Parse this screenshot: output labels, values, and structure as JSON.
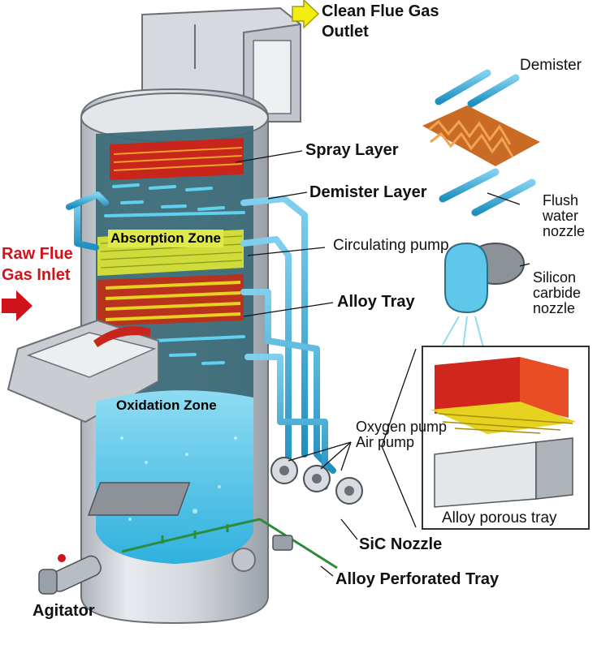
{
  "labels": {
    "outlet_line1": "Clean Flue Gas",
    "outlet_line2": "Outlet",
    "demister": "Demister",
    "spray_layer": "Spray Layer",
    "demister_layer": "Demister Layer",
    "flush_line1": "Flush",
    "flush_line2": "water",
    "flush_line3": "nozzle",
    "circulating_pump": "Circulating pump",
    "silicon_line1": "Silicon",
    "silicon_line2": "carbide",
    "silicon_line3": "nozzle",
    "raw_line1": "Raw Flue",
    "raw_line2": "Gas Inlet",
    "absorption_zone": "Absorption Zone",
    "alloy_tray": "Alloy Tray",
    "oxidation_zone": "Oxidation Zone",
    "oxygen_pump": "Oxygen pump",
    "air_pump": "Air pump",
    "alloy_porous_tray": "Alloy porous tray",
    "sic_nozzle": "SiC Nozzle",
    "alloy_perforated_tray": "Alloy Perforated Tray",
    "agitator": "Agitator"
  },
  "colors": {
    "shell": "#cfd3d8",
    "pipe": "#2aa3cf",
    "water": "#4fc6ea",
    "spray_red": "#c8261c",
    "tray_yellow": "#e7d21f",
    "arrow_yellow": "#f2ee14",
    "inlet_red": "#d0121b"
  }
}
